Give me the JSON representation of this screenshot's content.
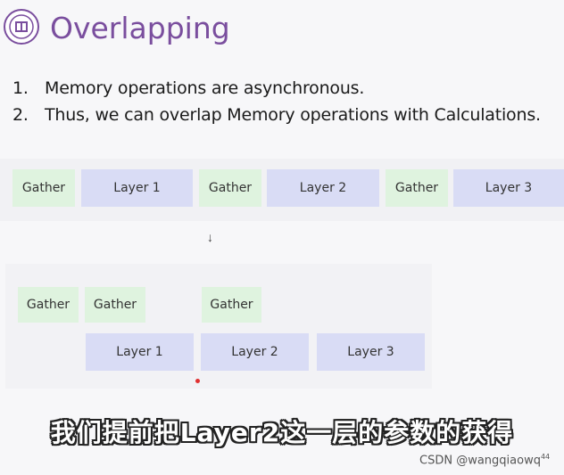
{
  "slide": {
    "title": "Overlapping",
    "bullets": [
      {
        "num": "1.",
        "text": "Memory operations are asynchronous."
      },
      {
        "num": "2.",
        "text": "Thus, we can overlap Memory operations with Calculations."
      }
    ]
  },
  "sequential_row": [
    "Gather",
    "Layer 1",
    "Gather",
    "Layer 2",
    "Gather",
    "Layer 3"
  ],
  "arrow": "↓",
  "overlapped": {
    "gather_row": [
      "Gather",
      "Gather",
      "Gather"
    ],
    "layer_row": [
      "Layer 1",
      "Layer 2",
      "Layer 3"
    ]
  },
  "subtitle": "我们提前把Layer2这一层的参数的获得",
  "watermark": {
    "text": "CSDN @wangqiaowq",
    "sup": "44"
  },
  "colors": {
    "gather": "#dff3df",
    "layer": "#d9dcf5",
    "title": "#7a4e9e"
  }
}
